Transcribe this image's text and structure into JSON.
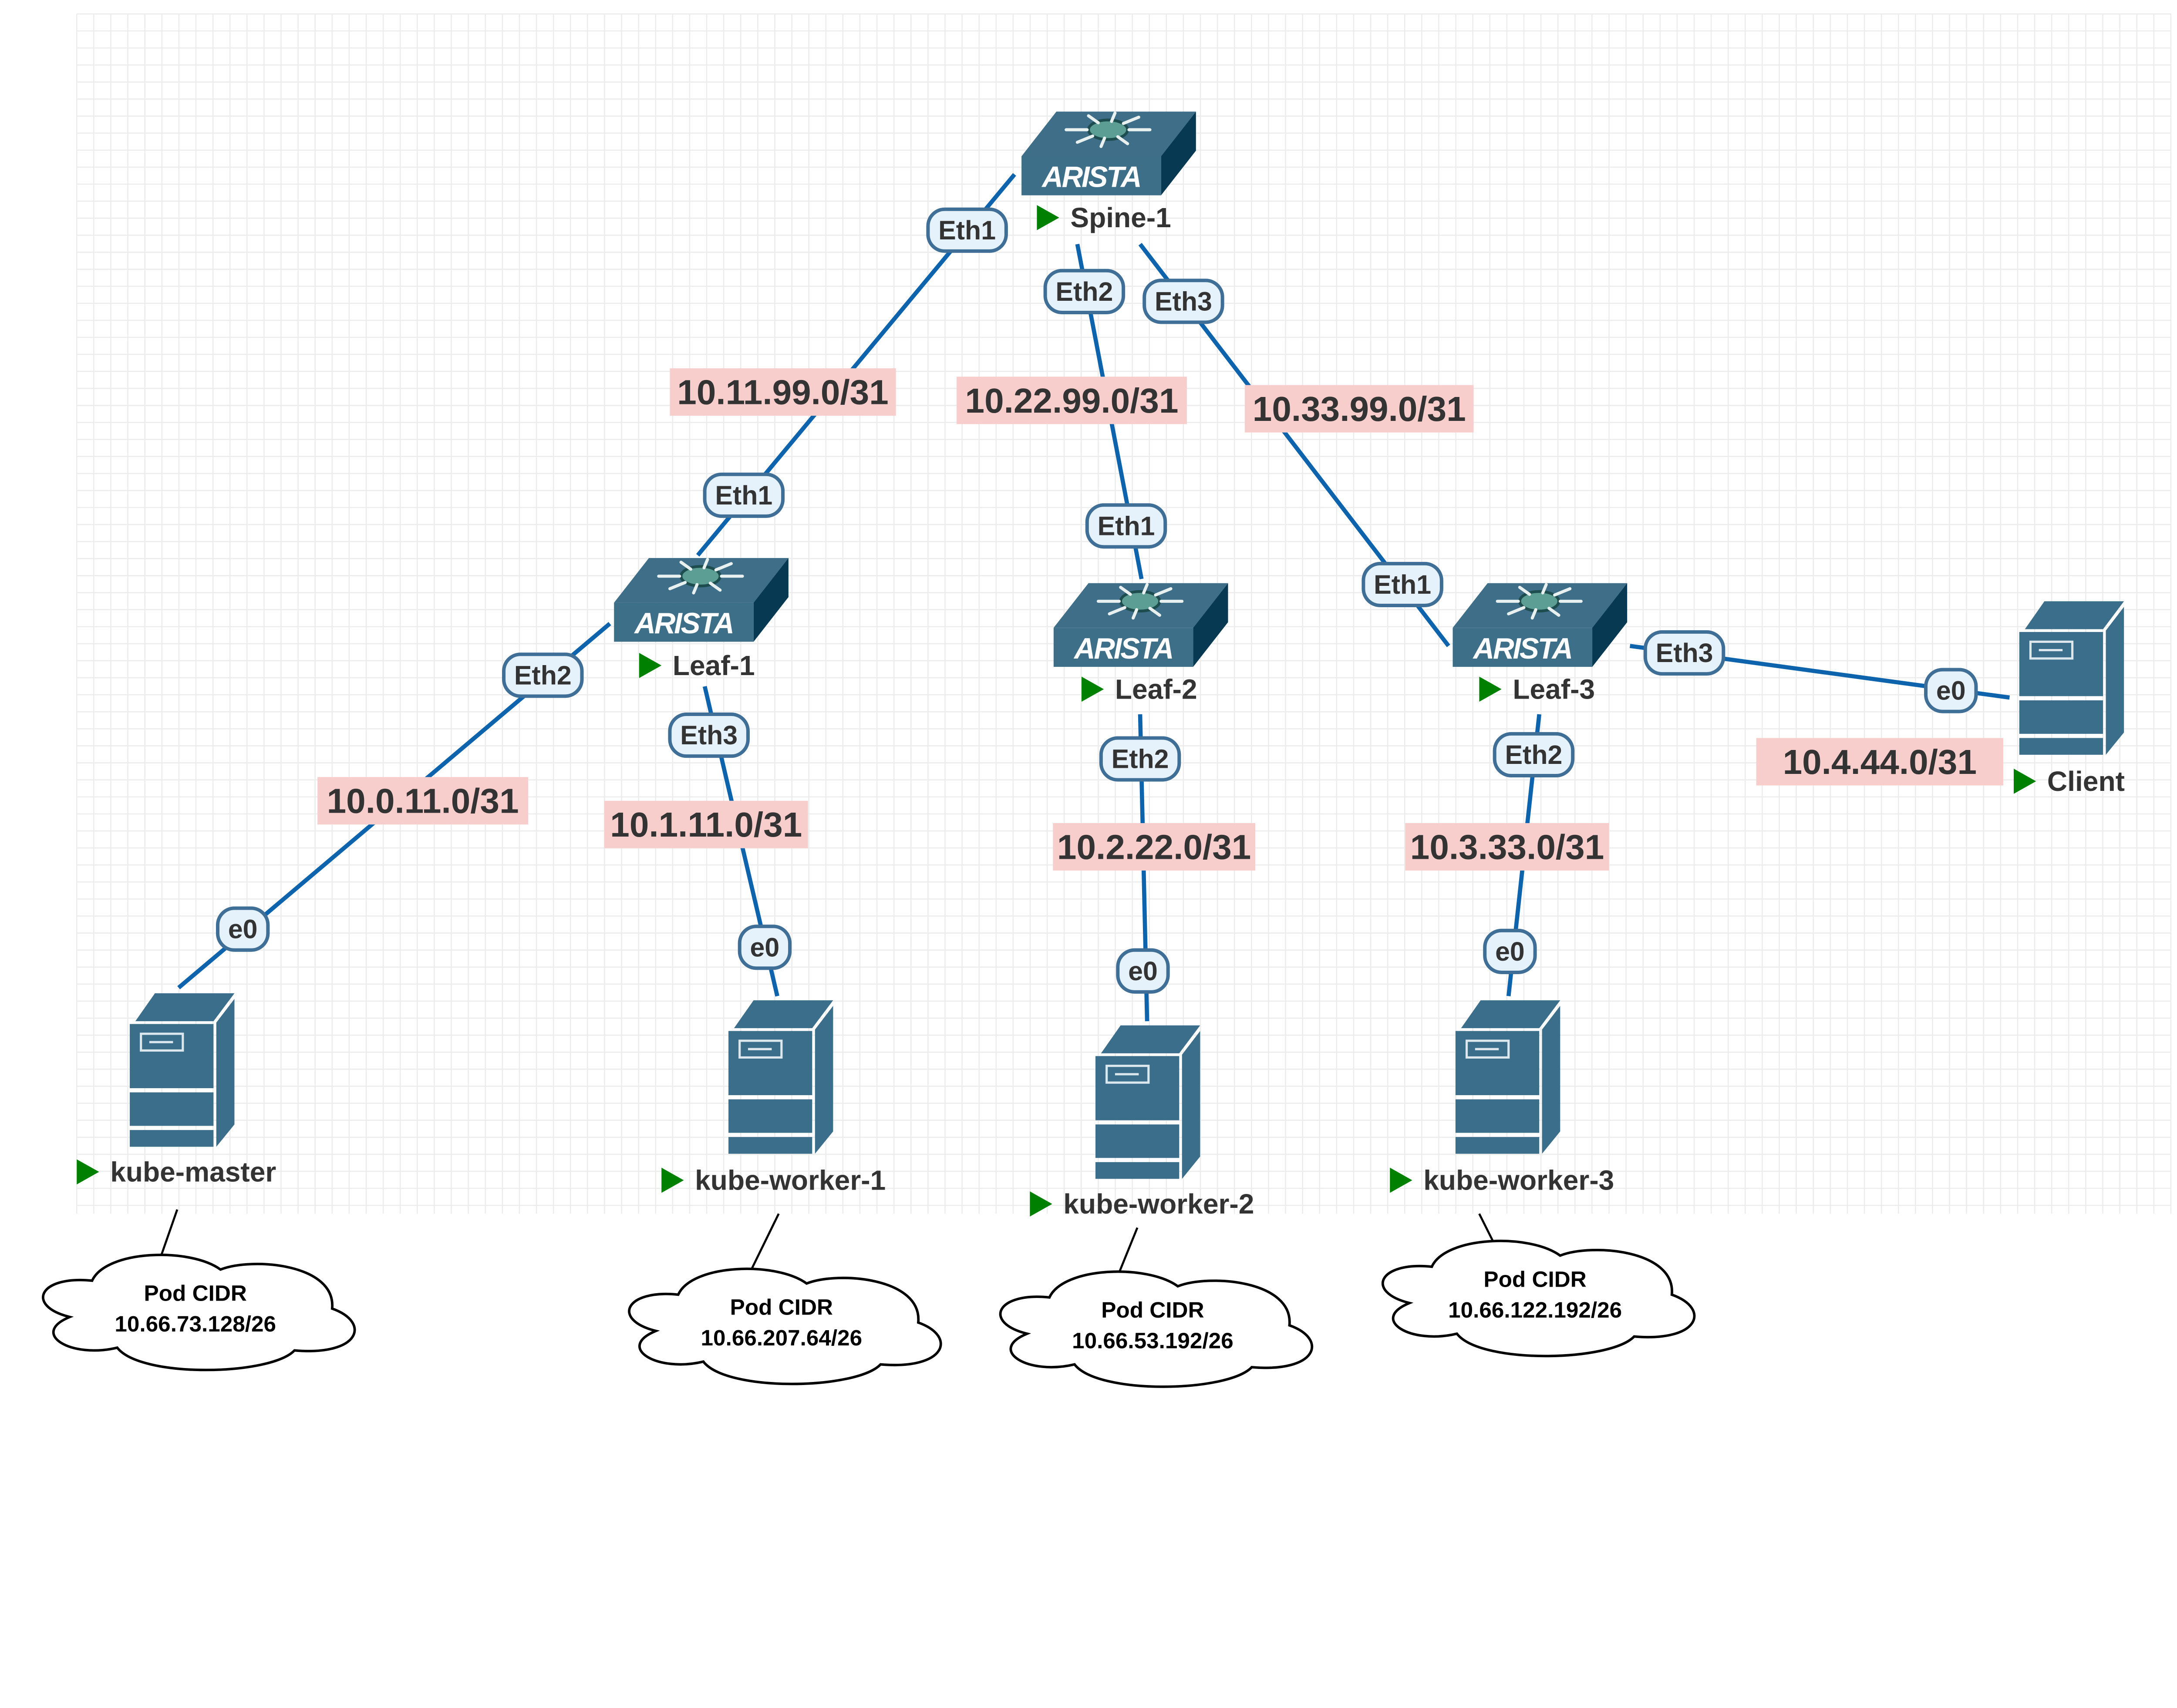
{
  "colors": {
    "link": "#0d63ac",
    "port_fill": "#e6f2fb",
    "port_stroke": "#3f6f96",
    "subnet_fill": "#f8cecc",
    "device": "#3b6e8b",
    "device_dark": "#073a52",
    "running": "#008000",
    "grid": "#ececec"
  },
  "nodes": [
    {
      "id": "spine1",
      "type": "switch",
      "name": "Spine-1",
      "logo": "ARISTA",
      "status_icon": "play-icon"
    },
    {
      "id": "leaf1",
      "type": "switch",
      "name": "Leaf-1",
      "logo": "ARISTA",
      "status_icon": "play-icon"
    },
    {
      "id": "leaf2",
      "type": "switch",
      "name": "Leaf-2",
      "logo": "ARISTA",
      "status_icon": "play-icon"
    },
    {
      "id": "leaf3",
      "type": "switch",
      "name": "Leaf-3",
      "logo": "ARISTA",
      "status_icon": "play-icon"
    },
    {
      "id": "master",
      "type": "server",
      "name": "kube-master",
      "status_icon": "play-icon"
    },
    {
      "id": "w1",
      "type": "server",
      "name": "kube-worker-1",
      "status_icon": "play-icon"
    },
    {
      "id": "w2",
      "type": "server",
      "name": "kube-worker-2",
      "status_icon": "play-icon"
    },
    {
      "id": "w3",
      "type": "server",
      "name": "kube-worker-3",
      "status_icon": "play-icon"
    },
    {
      "id": "client",
      "type": "server",
      "name": "Client",
      "status_icon": "play-icon"
    }
  ],
  "links": [
    {
      "from": "spine1",
      "to": "leaf1",
      "from_port": "Eth1",
      "to_port": "Eth1",
      "subnet": "10.11.99.0/31"
    },
    {
      "from": "spine1",
      "to": "leaf2",
      "from_port": "Eth2",
      "to_port": "Eth1",
      "subnet": "10.22.99.0/31"
    },
    {
      "from": "spine1",
      "to": "leaf3",
      "from_port": "Eth3",
      "to_port": "Eth1",
      "subnet": "10.33.99.0/31"
    },
    {
      "from": "leaf1",
      "to": "master",
      "from_port": "Eth2",
      "to_port": "e0",
      "subnet": "10.0.11.0/31"
    },
    {
      "from": "leaf1",
      "to": "w1",
      "from_port": "Eth3",
      "to_port": "e0",
      "subnet": "10.1.11.0/31"
    },
    {
      "from": "leaf2",
      "to": "w2",
      "from_port": "Eth2",
      "to_port": "e0",
      "subnet": "10.2.22.0/31"
    },
    {
      "from": "leaf3",
      "to": "w3",
      "from_port": "Eth2",
      "to_port": "e0",
      "subnet": "10.3.33.0/31"
    },
    {
      "from": "leaf3",
      "to": "client",
      "from_port": "Eth3",
      "to_port": "e0",
      "subnet": "10.4.44.0/31"
    }
  ],
  "clouds": [
    {
      "node": "master",
      "title": "Pod CIDR",
      "cidr": "10.66.73.128/26"
    },
    {
      "node": "w1",
      "title": "Pod CIDR",
      "cidr": "10.66.207.64/26"
    },
    {
      "node": "w2",
      "title": "Pod CIDR",
      "cidr": "10.66.53.192/26"
    },
    {
      "node": "w3",
      "title": "Pod CIDR",
      "cidr": "10.66.122.192/26"
    }
  ]
}
